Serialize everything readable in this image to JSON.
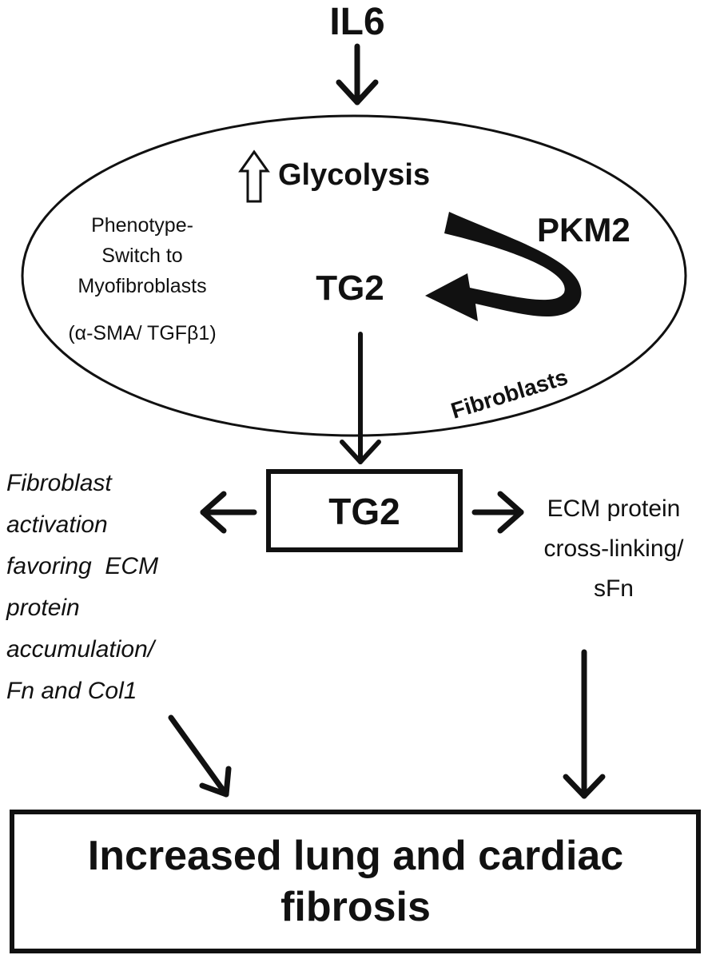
{
  "diagram": {
    "il6": "IL6",
    "glycolysis": "Glycolysis",
    "pkm2": "PKM2",
    "tg2_inner": "TG2",
    "phenotype": [
      "Phenotype-",
      "Switch to",
      "Myofibroblasts",
      "(α-SMA/ TGFβ1)"
    ],
    "fibroblasts": "Fibroblasts",
    "tg2_box": "TG2",
    "left_effect": [
      "Fibroblast",
      "activation",
      "favoring  ECM",
      "protein",
      "accumulation/",
      "Fn and Col1"
    ],
    "right_effect": [
      "ECM protein",
      "cross-linking/",
      "sFn"
    ],
    "outcome": [
      "Increased lung and cardiac",
      "fibrosis"
    ]
  }
}
